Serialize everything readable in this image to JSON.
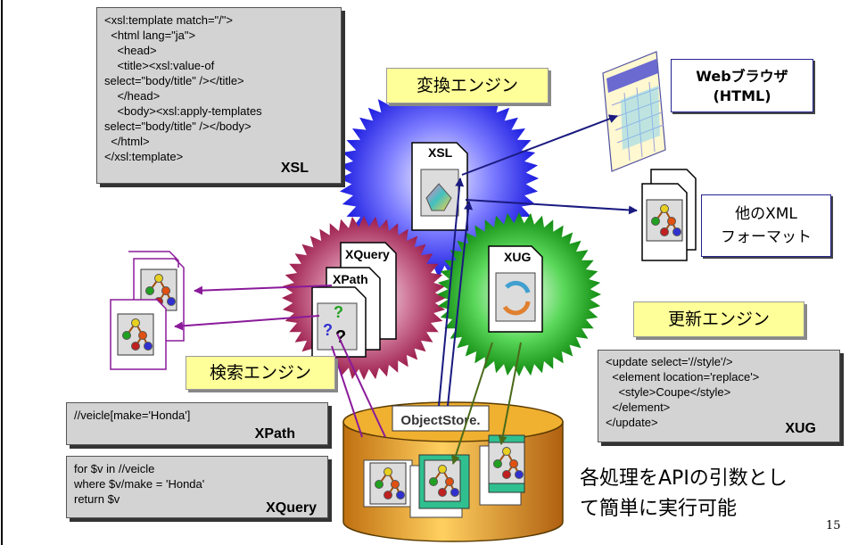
{
  "xsl_code": {
    "lines": "<xsl:template match=\"/\">\n  <html lang=\"ja\">\n    <head>\n    <title><xsl:value-of\nselect=\"body/title\" /></title>\n    </head>\n    <body><xsl:apply-templates\nselect=\"body/title\" /></body>\n  </html>\n</xsl:template>",
    "lang": "XSL"
  },
  "engines": {
    "transform": "変換エンジン",
    "search": "検索エンジン",
    "update": "更新エンジン"
  },
  "outputs": {
    "browser_line1": "Webブラウザ",
    "browser_line2": "(HTML)",
    "other_line1": "他のXML",
    "other_line2": "フォーマット"
  },
  "doc_labels": {
    "xsl": "XSL",
    "xquery": "XQuery",
    "xpath": "XPath",
    "xug": "XUG",
    "q1": "?",
    "q2": "?",
    "q3": "?"
  },
  "xpath_code": {
    "lines": "//veicle[make='Honda']",
    "lang": "XPath"
  },
  "xquery_code": {
    "lines": "for $v in //veicle\nwhere $v/make = 'Honda'\nreturn $v",
    "lang": "XQuery"
  },
  "xug_code": {
    "lines": "<update select='//style'/>\n  <element location='replace'>\n    <style>Coupe</style>\n  </element>\n</update>",
    "lang": "XUG"
  },
  "database": {
    "logo": "ObjectStore."
  },
  "note": {
    "line1": "各処理をAPIの引数とし",
    "line2": "て簡単に実行可能"
  },
  "page_number": "15",
  "colors": {
    "xsl_gear": "#3a3aff",
    "search_gear": "#b0306a",
    "update_gear": "#18a418",
    "cylinder": "#e8a020",
    "arrow_blue": "#1a1a80",
    "arrow_purple": "#8a1a9a",
    "arrow_green": "#4a6a1a",
    "label_yellow": "#ffff99"
  }
}
